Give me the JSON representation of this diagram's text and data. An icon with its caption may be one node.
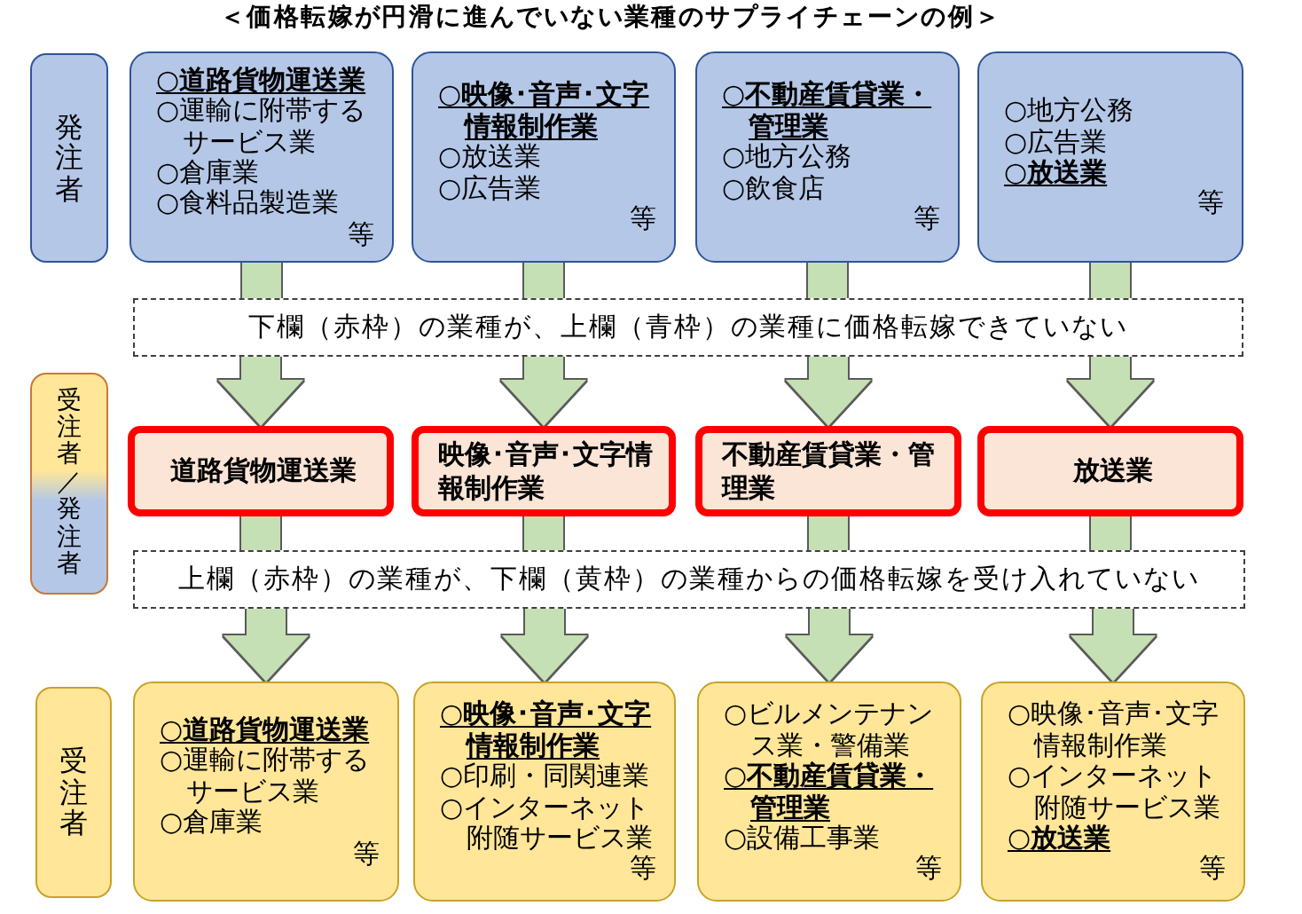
{
  "diagram": {
    "title": "＜価格転嫁が円滑に進んでいない業種のサプライチェーンの例＞",
    "nodes": [
      {
        "text": [
          "発注者"
        ]
      },
      {
        "text": [
          "○道路貨物運送業",
          "○運輸に附帯するサービス業",
          "○倉庫業",
          "○食料品製造業",
          "等"
        ]
      },
      {
        "text": [
          "○映像･音声･文字情報制作業",
          "○放送業",
          "○広告業",
          "等"
        ]
      },
      {
        "text": [
          "○不動産賃貸業・管理業",
          "○地方公務",
          "○飲食店",
          "等"
        ]
      },
      {
        "text": [
          "○地方公務",
          "○広告業",
          "○放送業",
          "等"
        ]
      },
      {
        "text": [
          "下欄（赤枠）の業種が、上欄（青枠）の業種に価格転嫁できていない"
        ]
      },
      {
        "text": [
          "受注者／発注者"
        ]
      },
      {
        "text": [
          "道路貨物運送業"
        ]
      },
      {
        "text": [
          "映像･音声･文字情報制作業"
        ]
      },
      {
        "text": [
          "不動産賃貸業・管理業"
        ]
      },
      {
        "text": [
          "放送業"
        ]
      },
      {
        "text": [
          "上欄（赤枠）の業種が、下欄（黄枠）の業種からの価格転嫁を受け入れていない"
        ]
      },
      {
        "text": [
          "受注者"
        ]
      },
      {
        "text": [
          "○道路貨物運送業",
          "○運輸に附帯するサービス業",
          "○倉庫業",
          "等"
        ]
      },
      {
        "text": [
          "○映像･音声･文字情報制作業",
          "○印刷・同関連業",
          "○インターネット附随サービス業",
          "等"
        ]
      },
      {
        "text": [
          "○ビルメンテナンス業・警備業",
          "○不動産賃貸業・管理業",
          "○設備工事業",
          "等"
        ]
      },
      {
        "text": [
          "○映像･音声･文字情報制作業",
          "○インターネット附随サービス業",
          "○放送業",
          "等"
        ]
      }
    ],
    "edges": [
      {
        "from": 1,
        "to": 5,
        "arrow": "none"
      },
      {
        "from": 2,
        "to": 5,
        "arrow": "none"
      },
      {
        "from": 3,
        "to": 5,
        "arrow": "none"
      },
      {
        "from": 4,
        "to": 5,
        "arrow": "none"
      },
      {
        "from": 5,
        "to": 7,
        "arrow": "to"
      },
      {
        "from": 5,
        "to": 8,
        "arrow": "to"
      },
      {
        "from": 5,
        "to": 9,
        "arrow": "to"
      },
      {
        "from": 5,
        "to": 10,
        "arrow": "to"
      },
      {
        "from": 7,
        "to": 11,
        "arrow": "none"
      },
      {
        "from": 8,
        "to": 11,
        "arrow": "none"
      },
      {
        "from": 9,
        "to": 11,
        "arrow": "none"
      },
      {
        "from": 10,
        "to": 11,
        "arrow": "none"
      },
      {
        "from": 11,
        "to": 13,
        "arrow": "to"
      },
      {
        "from": 11,
        "to": 14,
        "arrow": "to"
      },
      {
        "from": 11,
        "to": 15,
        "arrow": "to"
      },
      {
        "from": 11,
        "to": 16,
        "arrow": "to"
      }
    ]
  }
}
